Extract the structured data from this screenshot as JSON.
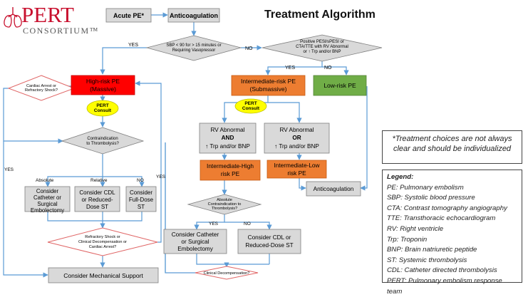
{
  "logo": {
    "name": "PERT",
    "sub": "CONSORTIUM™",
    "icon": "lungs-icon"
  },
  "title": "Treatment Algorithm",
  "nodes": {
    "acute_pe": "Acute PE*",
    "anticoag_top": "Anticoagulation",
    "sbp_q": [
      "SBP < 90 for > 15 minutes or",
      "Requiring Vasopressor"
    ],
    "pesi_q": [
      "Positive PESI/sPESI or",
      "CTA/TTE with RV Abnormal",
      "or ↑ Trp and/or BNP"
    ],
    "cardiac_arrest_q": [
      "Cardiac Arrest or",
      "Refractory Shock?"
    ],
    "high_risk": [
      "High-risk PE",
      "(Massive)"
    ],
    "pert_consult_1": [
      "PERT",
      "Consult"
    ],
    "contra_q": [
      "Contraindication",
      "to Thrombolysis?"
    ],
    "intermediate_risk": [
      "Intermediate-risk PE",
      "(Submassive)"
    ],
    "low_risk": "Low-risk PE",
    "pert_consult_2": [
      "PERT",
      "Consult"
    ],
    "rv_and": [
      "RV Abnormal",
      "AND",
      "↑ Trp and/or BNP"
    ],
    "rv_or": [
      "RV Abnormal",
      "OR",
      "↑ Trp and/or BNP"
    ],
    "int_high": [
      "Intermediate-High",
      "risk PE"
    ],
    "int_low": [
      "Intermediate-Low",
      "risk PE"
    ],
    "anticoag_right": "Anticoagulation",
    "abs_contra_q": [
      "Absolute",
      "Contraindication to",
      "Thrombolysis?"
    ],
    "consider_cath_1": [
      "Consider",
      "Catheter or",
      "Surgical",
      "Embolectomy"
    ],
    "consider_cdl_1": [
      "Consider CDL",
      "or Reduced-",
      "Dose ST"
    ],
    "consider_full": [
      "Consider",
      "Full-Dose",
      "ST"
    ],
    "refractory_q": [
      "Refractory Shock or",
      "Clinical Decompensation or",
      "Cardiac Arrest?"
    ],
    "consider_mech": "Consider Mechanical Support",
    "consider_cath_2": [
      "Consider Catheter",
      "or Surgical",
      "Embolectomy"
    ],
    "consider_cdl_2": [
      "Consider CDL or",
      "Reduced-Dose ST"
    ],
    "clin_decomp_q": "Clinical Decompensation?"
  },
  "labels": {
    "yes": "YES",
    "no": "NO",
    "absolute": "Absolute",
    "relative": "Relative"
  },
  "note": "*Treatment choices are not always clear and should be individualized",
  "legend": {
    "title": "Legend:",
    "items": [
      "PE: Pulmonary embolism",
      "SBP: Systolic blood pressure",
      "CTA: Contrast tomography angiography",
      "TTE: Transthoracic echocardiogram",
      "RV: Right ventricle",
      "Trp: Troponin",
      "BNP: Brain natriuretic peptide",
      "ST: Systemic thrombolysis",
      "CDL: Catheter directed thrombolysis",
      "PERT: Pulmonary embolism response team"
    ]
  },
  "colors": {
    "high_risk": "#ff0000",
    "intermediate": "#ed7d31",
    "low_risk": "#70ad47",
    "pert_consult": "#ffff00",
    "box": "#d9d9d9",
    "arrow": "#5b9bd5",
    "red_diamond": "#e06666"
  }
}
